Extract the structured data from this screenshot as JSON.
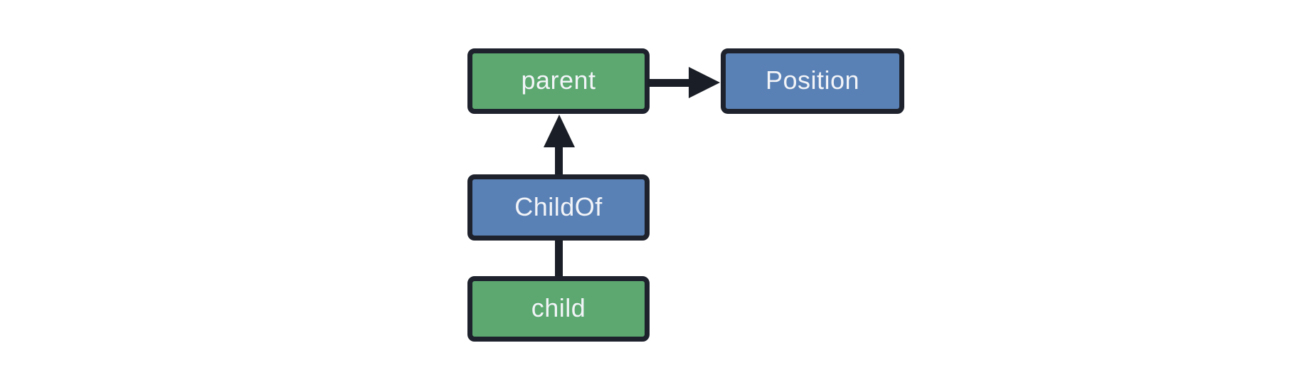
{
  "diagram": {
    "nodes": [
      {
        "id": "parent",
        "label": "parent",
        "fill": "#5CA870"
      },
      {
        "id": "Position",
        "label": "Position",
        "fill": "#5A81B5"
      },
      {
        "id": "ChildOf",
        "label": "ChildOf",
        "fill": "#5A81B5"
      },
      {
        "id": "child",
        "label": "child",
        "fill": "#5CA870"
      }
    ],
    "edges": [
      {
        "from": "parent",
        "to": "Position",
        "direction": "right",
        "arrowhead": true
      },
      {
        "from": "ChildOf",
        "to": "parent",
        "direction": "up",
        "arrowhead": true
      },
      {
        "from": "child",
        "to": "ChildOf",
        "direction": "up",
        "arrowhead": false
      }
    ],
    "colors": {
      "background": "#FFFFFF",
      "node_border": "#1E222C",
      "arrow": "#1A1E26",
      "label_text": "#F2F4F8",
      "entity_fill": "#5CA870",
      "component_fill": "#5A81B5"
    }
  }
}
